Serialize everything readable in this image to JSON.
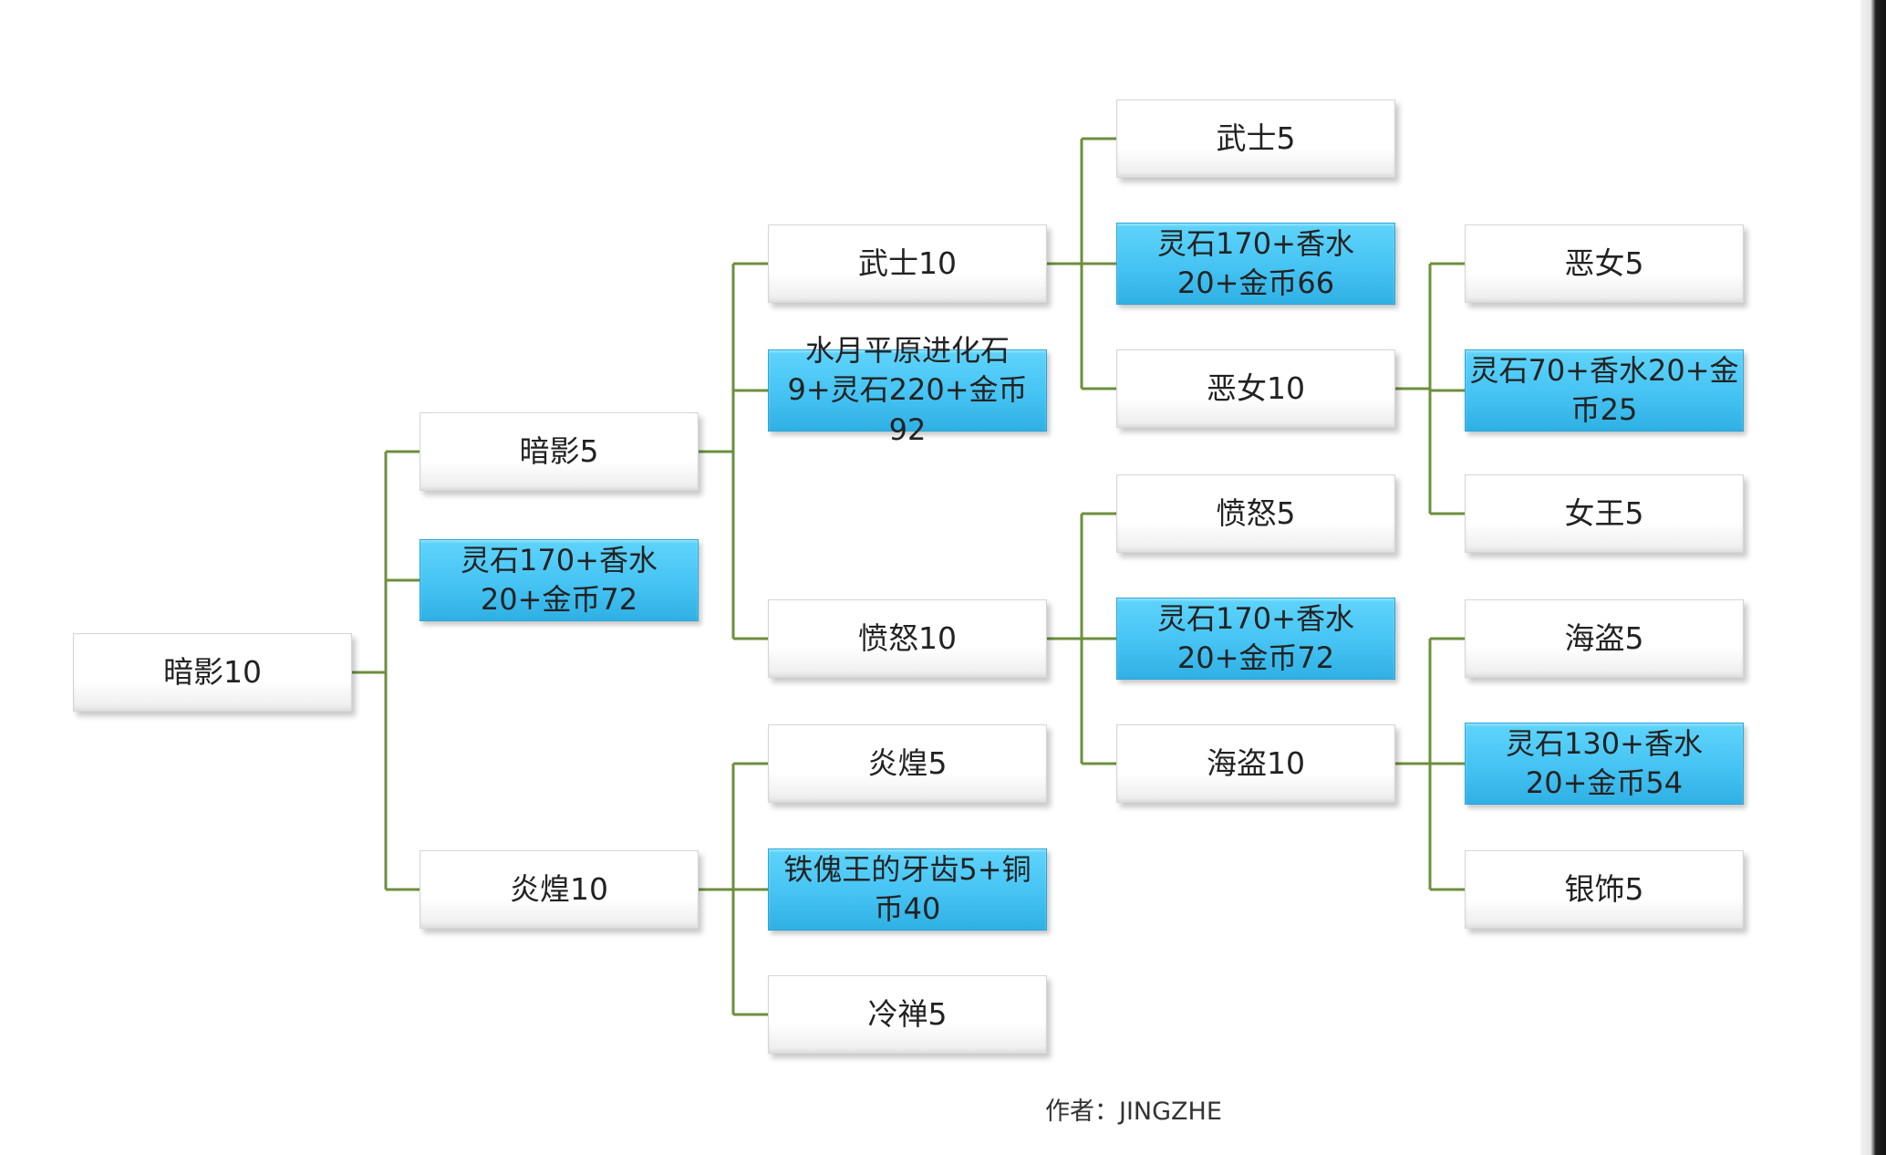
{
  "author_credit": "作者：JINGZHE",
  "colors": {
    "connector": "#6d8f3d",
    "box_white": "#ffffff",
    "box_cost": "#45c3f3"
  },
  "nodes": [
    {
      "id": "root",
      "text": "暗影10",
      "kind": "white"
    },
    {
      "id": "anying5",
      "text": "暗影5",
      "kind": "white"
    },
    {
      "id": "cost-anying10",
      "text": "灵石170+香水20+金币72",
      "kind": "cost"
    },
    {
      "id": "yanhuang10",
      "text": "炎煌10",
      "kind": "white"
    },
    {
      "id": "wushi10",
      "text": "武士10",
      "kind": "white"
    },
    {
      "id": "cost-anying5",
      "text": "水月平原进化石9+灵石220+金币92",
      "kind": "cost"
    },
    {
      "id": "fennu10",
      "text": "愤怒10",
      "kind": "white"
    },
    {
      "id": "yanhuang5",
      "text": "炎煌5",
      "kind": "white"
    },
    {
      "id": "cost-yanhuang10",
      "text": "铁傀王的牙齿5+铜币40",
      "kind": "cost"
    },
    {
      "id": "lengchan5",
      "text": "冷禅5",
      "kind": "white"
    },
    {
      "id": "wushi5",
      "text": "武士5",
      "kind": "white"
    },
    {
      "id": "cost-wushi10",
      "text": "灵石170+香水20+金币66",
      "kind": "cost"
    },
    {
      "id": "enu10",
      "text": "恶女10",
      "kind": "white"
    },
    {
      "id": "fennu5",
      "text": "愤怒5",
      "kind": "white"
    },
    {
      "id": "cost-fennu10",
      "text": "灵石170+香水20+金币72",
      "kind": "cost"
    },
    {
      "id": "haidao10",
      "text": "海盗10",
      "kind": "white"
    },
    {
      "id": "enu5",
      "text": "恶女5",
      "kind": "white"
    },
    {
      "id": "cost-enu10",
      "text": "灵石70+香水20+金币25",
      "kind": "cost"
    },
    {
      "id": "nvwang5",
      "text": "女王5",
      "kind": "white"
    },
    {
      "id": "haidao5",
      "text": "海盗5",
      "kind": "white"
    },
    {
      "id": "cost-haidao10",
      "text": "灵石130+香水20+金币54",
      "kind": "cost"
    },
    {
      "id": "yinshi5",
      "text": "银饰5",
      "kind": "white"
    }
  ],
  "links": [
    {
      "from": "root",
      "to": [
        "anying5",
        "cost-anying10",
        "yanhuang10"
      ]
    },
    {
      "from": "anying5",
      "to": [
        "wushi10",
        "cost-anying5",
        "fennu10"
      ]
    },
    {
      "from": "yanhuang10",
      "to": [
        "yanhuang5",
        "cost-yanhuang10",
        "lengchan5"
      ]
    },
    {
      "from": "wushi10",
      "to": [
        "wushi5",
        "cost-wushi10",
        "enu10"
      ]
    },
    {
      "from": "fennu10",
      "to": [
        "fennu5",
        "cost-fennu10",
        "haidao10"
      ]
    },
    {
      "from": "enu10",
      "to": [
        "enu5",
        "cost-enu10",
        "nvwang5"
      ]
    },
    {
      "from": "haidao10",
      "to": [
        "haidao5",
        "cost-haidao10",
        "yinshi5"
      ]
    }
  ]
}
